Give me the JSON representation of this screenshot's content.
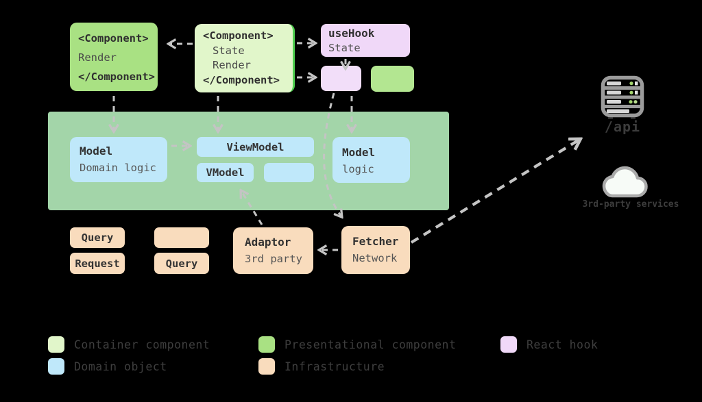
{
  "colors": {
    "background": "#000000",
    "container_component": "#e1f6ca",
    "presentational_component": "#a9e183",
    "react_hook": "#f0d8f8",
    "domain_object": "#bfe8fa",
    "infrastructure": "#f9dcbd",
    "domain_layer_background": "#a3d5a9",
    "container_accent_border": "#50d050",
    "arrow": "#c4c4c4",
    "text_dark": "#313131",
    "text_sub": "#565656",
    "legend_text": "#3e3e3e",
    "icon_gray": "#9b9b9b"
  },
  "nodes": {
    "presentational": {
      "lines": [
        "<Component>",
        "Render",
        "</Component>"
      ]
    },
    "container": {
      "lines": [
        "<Component>",
        "State",
        "Render",
        "</Component>"
      ]
    },
    "use_hook": {
      "title": "useHook",
      "subtitle": "State"
    },
    "model_domain": {
      "title": "Model",
      "subtitle": "Domain logic"
    },
    "view_model": {
      "title": "ViewModel"
    },
    "v_model": {
      "title": "VModel"
    },
    "model_logic": {
      "title": "Model",
      "subtitle": "logic"
    },
    "query_top": {
      "title": "Query"
    },
    "request": {
      "title": "Request"
    },
    "query_bottom": {
      "title": "Query"
    },
    "adaptor": {
      "title": "Adaptor",
      "subtitle": "3rd party"
    },
    "fetcher": {
      "title": "Fetcher",
      "subtitle": "Network"
    }
  },
  "icons": {
    "api_server": {
      "name": "server-icon",
      "label": "/api"
    },
    "third_party": {
      "name": "cloud-icon",
      "label": "3rd-party services"
    }
  },
  "legend": [
    {
      "label": "Container component",
      "color": "#e1f6ca"
    },
    {
      "label": "Presentational component",
      "color": "#a9e183"
    },
    {
      "label": "React hook",
      "color": "#f0d8f8"
    },
    {
      "label": "Domain object",
      "color": "#bfe8fa"
    },
    {
      "label": "Infrastructure",
      "color": "#f9dcbd"
    }
  ]
}
